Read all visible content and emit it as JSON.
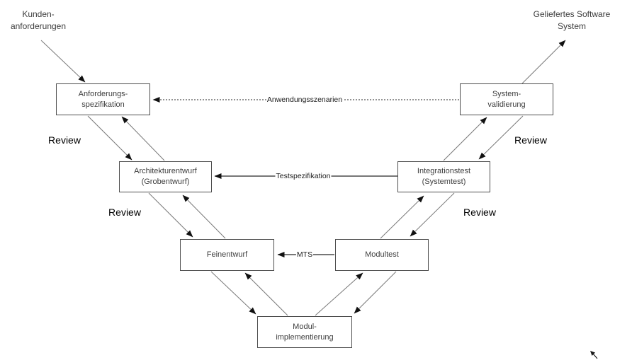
{
  "nodes": {
    "anforderungsspezifikation": "Anforderungs-\nspezifikation",
    "systemvalidierung": "System-\nvalidierung",
    "architekturentwurf": "Architekturentwurf\n(Grobentwurf)",
    "integrationstest": "Integrationstest\n(Systemtest)",
    "feinentwurf": "Feinentwurf",
    "modultest": "Modultest",
    "modulimplementierung": "Modul-\nimplementierung"
  },
  "external_labels": {
    "kundenanforderungen": "Kunden-\nanforderungen",
    "geliefertes_software_system": "Geliefertes Software\nSystem"
  },
  "edge_labels": {
    "anwendungsszenarien": "Anwendungsszenarien",
    "testspezifikation": "Testspezifikation",
    "mts": "MTS"
  },
  "review_labels": [
    "Review",
    "Review",
    "Review",
    "Review"
  ],
  "colors": {
    "background": "#ffffff",
    "box_border": "#4d4d4d",
    "box_text": "#3d3d3d",
    "diagonal_line": "#7a7a7a",
    "connector_line": "#262626",
    "arrowhead": "#111111"
  }
}
